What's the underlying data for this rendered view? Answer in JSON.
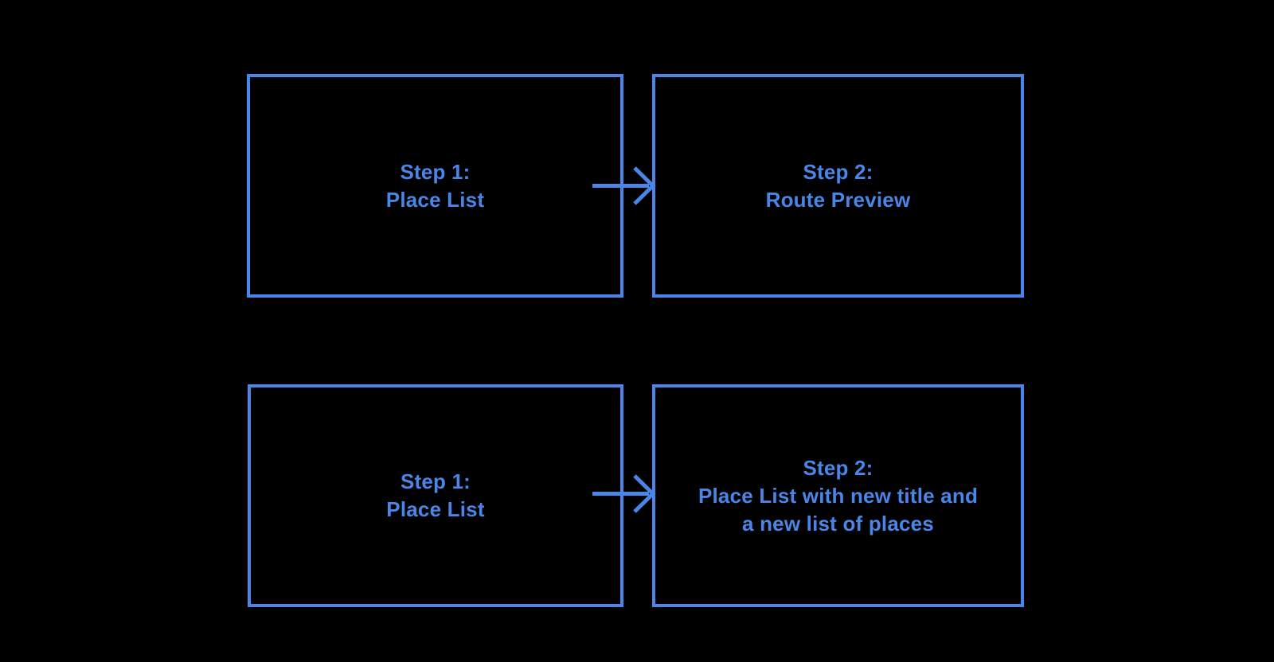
{
  "theme": {
    "background": "#000000",
    "accent": "#4A86E8"
  },
  "diagram": {
    "type": "flow",
    "rows": [
      {
        "from": {
          "lines": [
            "Step 1:",
            "Place List"
          ]
        },
        "connector": "arrow-right",
        "to": {
          "lines": [
            "Step 2:",
            "Route Preview"
          ]
        }
      },
      {
        "from": {
          "lines": [
            "Step 1:",
            "Place List"
          ]
        },
        "connector": "arrow-right",
        "to": {
          "lines": [
            "Step 2:",
            "Place List with new title and",
            "a new list of places"
          ]
        }
      }
    ]
  }
}
